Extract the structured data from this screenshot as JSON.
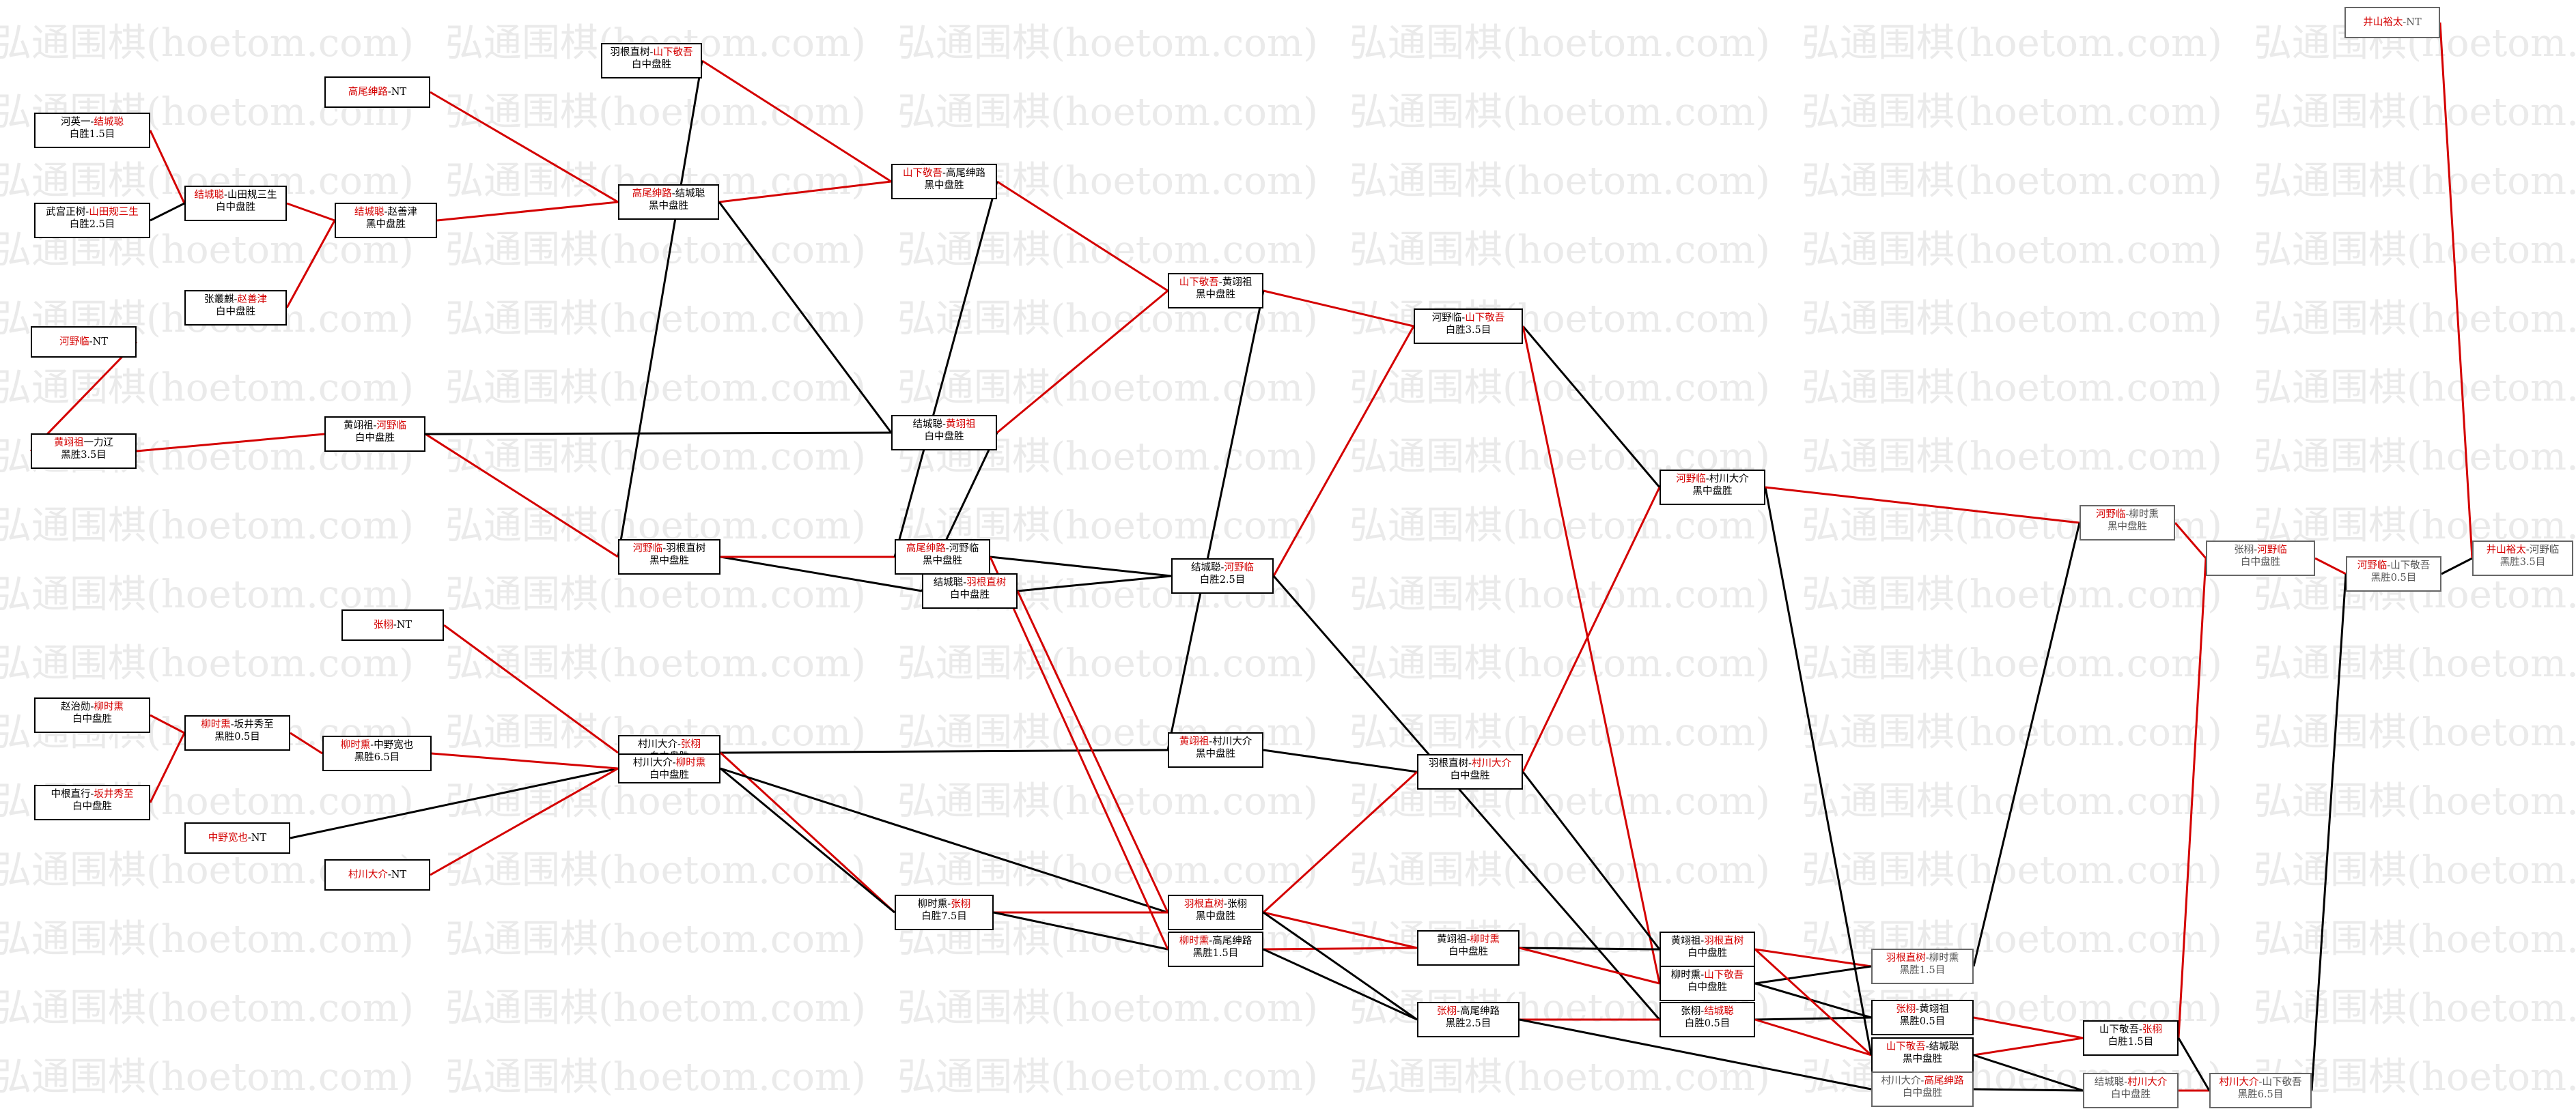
{
  "watermark": "弘通围棋(hoetom.com)",
  "colors": {
    "winner": "#d40000",
    "loss_line": "#000000",
    "win_line": "#d40000"
  },
  "nodes": [
    {
      "id": "n1",
      "a": "河英一",
      "b": "结城聪",
      "w": "b",
      "res": "白胜1.5目"
    },
    {
      "id": "n2",
      "a": "武宫正树",
      "b": "山田规三生",
      "w": "b",
      "res": "白胜2.5目"
    },
    {
      "id": "n3",
      "a": "结城聪",
      "b": "山田规三生",
      "w": "a",
      "res": "白中盘胜"
    },
    {
      "id": "n4",
      "a": "张叢麒",
      "b": "赵善津",
      "w": "b",
      "res": "白中盘胜"
    },
    {
      "id": "n5",
      "a": "高尾绅路",
      "b": "NT",
      "w": "a",
      "res": ""
    },
    {
      "id": "n6",
      "a": "结城聪",
      "b": "赵善津",
      "w": "a",
      "res": "黑中盘胜"
    },
    {
      "id": "n7",
      "a": "羽根直树",
      "b": "山下敬吾",
      "w": "b",
      "res": "白中盘胜"
    },
    {
      "id": "n8",
      "a": "高尾绅路",
      "b": "结城聪",
      "w": "a",
      "res": "黑中盘胜"
    },
    {
      "id": "n9",
      "a": "河野临",
      "b": "NT",
      "w": "a",
      "res": ""
    },
    {
      "id": "n10",
      "a": "黄翊祖",
      "b": "力辽",
      "w": "a",
      "res": "黑胜3.5目",
      "sep": "一"
    },
    {
      "id": "n11",
      "a": "黄翊祖",
      "b": "河野临",
      "w": "b",
      "res": "白中盘胜"
    },
    {
      "id": "n12",
      "a": "河野临",
      "b": "羽根直树",
      "w": "a",
      "res": "黑中盘胜"
    },
    {
      "id": "n13",
      "a": "山下敬吾",
      "b": "高尾绅路",
      "w": "a",
      "res": "黑中盘胜"
    },
    {
      "id": "n14",
      "a": "结城聪",
      "b": "黄翊祖",
      "w": "b",
      "res": "白中盘胜"
    },
    {
      "id": "n15",
      "a": "高尾绅路",
      "b": "河野临",
      "w": "a",
      "res": "黑中盘胜"
    },
    {
      "id": "n16",
      "a": "结城聪",
      "b": "羽根直树",
      "w": "b",
      "res": "白中盘胜"
    },
    {
      "id": "n17",
      "a": "山下敬吾",
      "b": "黄翊祖",
      "w": "a",
      "res": "黑中盘胜"
    },
    {
      "id": "n18",
      "a": "结城聪",
      "b": "河野临",
      "w": "b",
      "res": "白胜2.5目"
    },
    {
      "id": "n19",
      "a": "河野临",
      "b": "山下敬吾",
      "w": "b",
      "res": "白胜3.5目"
    },
    {
      "id": "n20",
      "a": "张栩",
      "b": "NT",
      "w": "a",
      "res": ""
    },
    {
      "id": "n21",
      "a": "赵治勋",
      "b": "柳时熏",
      "w": "b",
      "res": "白中盘胜"
    },
    {
      "id": "n22",
      "a": "中根直行",
      "b": "坂井秀至",
      "w": "b",
      "res": "白中盘胜"
    },
    {
      "id": "n23",
      "a": "柳时熏",
      "b": "坂井秀至",
      "w": "a",
      "res": "黑胜0.5目"
    },
    {
      "id": "n24",
      "a": "中野宽也",
      "b": "NT",
      "w": "a",
      "res": ""
    },
    {
      "id": "n25",
      "a": "柳时熏",
      "b": "中野宽也",
      "w": "a",
      "res": "黑胜6.5目"
    },
    {
      "id": "n26",
      "a": "村川大介",
      "b": "NT",
      "w": "a",
      "res": ""
    },
    {
      "id": "n27",
      "a": "村川大介",
      "b": "张栩",
      "w": "b",
      "res": "白中盘胜"
    },
    {
      "id": "n28",
      "a": "村川大介",
      "b": "柳时熏",
      "w": "b",
      "res": "白中盘胜"
    },
    {
      "id": "n29",
      "a": "黄翊祖",
      "b": "村川大介",
      "w": "a",
      "res": "黑中盘胜"
    },
    {
      "id": "n30",
      "a": "柳时熏",
      "b": "张栩",
      "w": "b",
      "res": "白胜7.5目"
    },
    {
      "id": "n31",
      "a": "羽根直树",
      "b": "张栩",
      "w": "a",
      "res": "黑中盘胜"
    },
    {
      "id": "n32",
      "a": "柳时熏",
      "b": "高尾绅路",
      "w": "a",
      "res": "黑胜1.5目"
    },
    {
      "id": "n33",
      "a": "羽根直树",
      "b": "村川大介",
      "w": "b",
      "res": "白中盘胜"
    },
    {
      "id": "n34",
      "a": "黄翊祖",
      "b": "柳时熏",
      "w": "b",
      "res": "白中盘胜"
    },
    {
      "id": "n35",
      "a": "张栩",
      "b": "高尾绅路",
      "w": "a",
      "res": "黑胜2.5目"
    },
    {
      "id": "n36",
      "a": "河野临",
      "b": "村川大介",
      "w": "a",
      "res": "黑中盘胜"
    },
    {
      "id": "n37",
      "a": "黄翊祖",
      "b": "羽根直树",
      "w": "b",
      "res": "白中盘胜"
    },
    {
      "id": "n38",
      "a": "柳时熏",
      "b": "山下敬吾",
      "w": "b",
      "res": "白中盘胜"
    },
    {
      "id": "n39",
      "a": "张栩",
      "b": "结城聪",
      "w": "b",
      "res": "白胜0.5目"
    },
    {
      "id": "n40",
      "a": "羽根直树",
      "b": "柳时熏",
      "w": "a",
      "res": "黑胜1.5目",
      "faded": true
    },
    {
      "id": "n41",
      "a": "张栩",
      "b": "黄翊祖",
      "w": "a",
      "res": "黑胜0.5目"
    },
    {
      "id": "n42",
      "a": "山下敬吾",
      "b": "结城聪",
      "w": "a",
      "res": "黑中盘胜"
    },
    {
      "id": "n43",
      "a": "村川大介",
      "b": "高尾绅路",
      "w": "b",
      "res": "白中盘胜",
      "faded": true
    },
    {
      "id": "n44",
      "a": "河野临",
      "b": "柳时熏",
      "w": "a",
      "res": "黑中盘胜",
      "faded": true
    },
    {
      "id": "n45",
      "a": "山下敬吾",
      "b": "张栩",
      "w": "b",
      "res": "白胜1.5目"
    },
    {
      "id": "n46",
      "a": "结城聪",
      "b": "村川大介",
      "w": "b",
      "res": "白中盘胜",
      "faded": true
    },
    {
      "id": "n47",
      "a": "张栩",
      "b": "河野临",
      "w": "b",
      "res": "白中盘胜",
      "faded": true
    },
    {
      "id": "n48",
      "a": "村川大介",
      "b": "山下敬吾",
      "w": "a",
      "res": "黑胜6.5目",
      "faded": true
    },
    {
      "id": "n49",
      "a": "河野临",
      "b": "山下敬吾",
      "w": "a",
      "res": "黑胜0.5目",
      "faded": true
    },
    {
      "id": "n50",
      "a": "井山裕太",
      "b": "NT",
      "w": "a",
      "res": "",
      "faded": true
    },
    {
      "id": "n51",
      "a": "井山裕太",
      "b": "河野临",
      "w": "a",
      "res": "黑胜3.5目",
      "faded": true
    }
  ],
  "links": [
    [
      "n1",
      "n3",
      "r"
    ],
    [
      "n2",
      "n3",
      "k"
    ],
    [
      "n3",
      "n6",
      "r"
    ],
    [
      "n4",
      "n6",
      "r"
    ],
    [
      "n5",
      "n8",
      "r"
    ],
    [
      "n6",
      "n8",
      "r"
    ],
    [
      "n9",
      "n10",
      "r"
    ],
    [
      "n10",
      "n11",
      "r"
    ],
    [
      "n8",
      "n13",
      "r"
    ],
    [
      "n7",
      "n13",
      "r"
    ],
    [
      "n8",
      "n14",
      "k"
    ],
    [
      "n7",
      "n12",
      "k"
    ],
    [
      "n11",
      "n12",
      "r"
    ],
    [
      "n11",
      "n14",
      "k"
    ],
    [
      "n12",
      "n16",
      "k"
    ],
    [
      "n12",
      "n15",
      "r"
    ],
    [
      "n13",
      "n17",
      "r"
    ],
    [
      "n13",
      "n15",
      "k"
    ],
    [
      "n14",
      "n17",
      "r"
    ],
    [
      "n14",
      "n16",
      "k"
    ],
    [
      "n15",
      "n18",
      "k"
    ],
    [
      "n16",
      "n18",
      "k"
    ],
    [
      "n17",
      "n19",
      "r"
    ],
    [
      "n18",
      "n19",
      "r"
    ],
    [
      "n17",
      "n29",
      "k"
    ],
    [
      "n18",
      "n39",
      "k"
    ],
    [
      "n20",
      "n27",
      "r"
    ],
    [
      "n21",
      "n23",
      "r"
    ],
    [
      "n22",
      "n23",
      "r"
    ],
    [
      "n23",
      "n25",
      "r"
    ],
    [
      "n24",
      "n28",
      "k"
    ],
    [
      "n25",
      "n28",
      "r"
    ],
    [
      "n26",
      "n28",
      "r"
    ],
    [
      "n27",
      "n29",
      "k"
    ],
    [
      "n27",
      "n30",
      "r"
    ],
    [
      "n28",
      "n30",
      "k"
    ],
    [
      "n28",
      "n31",
      "k"
    ],
    [
      "n30",
      "n31",
      "r"
    ],
    [
      "n30",
      "n32",
      "k"
    ],
    [
      "n15",
      "n32",
      "r"
    ],
    [
      "n16",
      "n31",
      "r"
    ],
    [
      "n29",
      "n33",
      "k"
    ],
    [
      "n31",
      "n33",
      "r"
    ],
    [
      "n31",
      "n34",
      "r"
    ],
    [
      "n32",
      "n34",
      "r"
    ],
    [
      "n32",
      "n35",
      "k"
    ],
    [
      "n31",
      "n35",
      "k"
    ],
    [
      "n19",
      "n36",
      "k"
    ],
    [
      "n33",
      "n36",
      "r"
    ],
    [
      "n19",
      "n38",
      "r"
    ],
    [
      "n33",
      "n37",
      "k"
    ],
    [
      "n34",
      "n37",
      "k"
    ],
    [
      "n34",
      "n38",
      "r"
    ],
    [
      "n35",
      "n39",
      "r"
    ],
    [
      "n35",
      "n43",
      "k"
    ],
    [
      "n37",
      "n40",
      "r"
    ],
    [
      "n38",
      "n40",
      "k"
    ],
    [
      "n38",
      "n41",
      "k"
    ],
    [
      "n39",
      "n41",
      "k"
    ],
    [
      "n39",
      "n42",
      "r"
    ],
    [
      "n37",
      "n42",
      "r"
    ],
    [
      "n36",
      "n42",
      "k"
    ],
    [
      "n36",
      "n44",
      "r"
    ],
    [
      "n41",
      "n45",
      "r"
    ],
    [
      "n42",
      "n45",
      "r"
    ],
    [
      "n40",
      "n44",
      "k"
    ],
    [
      "n43",
      "n46",
      "k"
    ],
    [
      "n42",
      "n46",
      "k"
    ],
    [
      "n45",
      "n47",
      "r"
    ],
    [
      "n44",
      "n47",
      "r"
    ],
    [
      "n46",
      "n48",
      "r"
    ],
    [
      "n45",
      "n48",
      "k"
    ],
    [
      "n47",
      "n49",
      "r"
    ],
    [
      "n48",
      "n49",
      "k"
    ],
    [
      "n49",
      "n51",
      "k"
    ],
    [
      "n50",
      "n51",
      "r"
    ]
  ]
}
